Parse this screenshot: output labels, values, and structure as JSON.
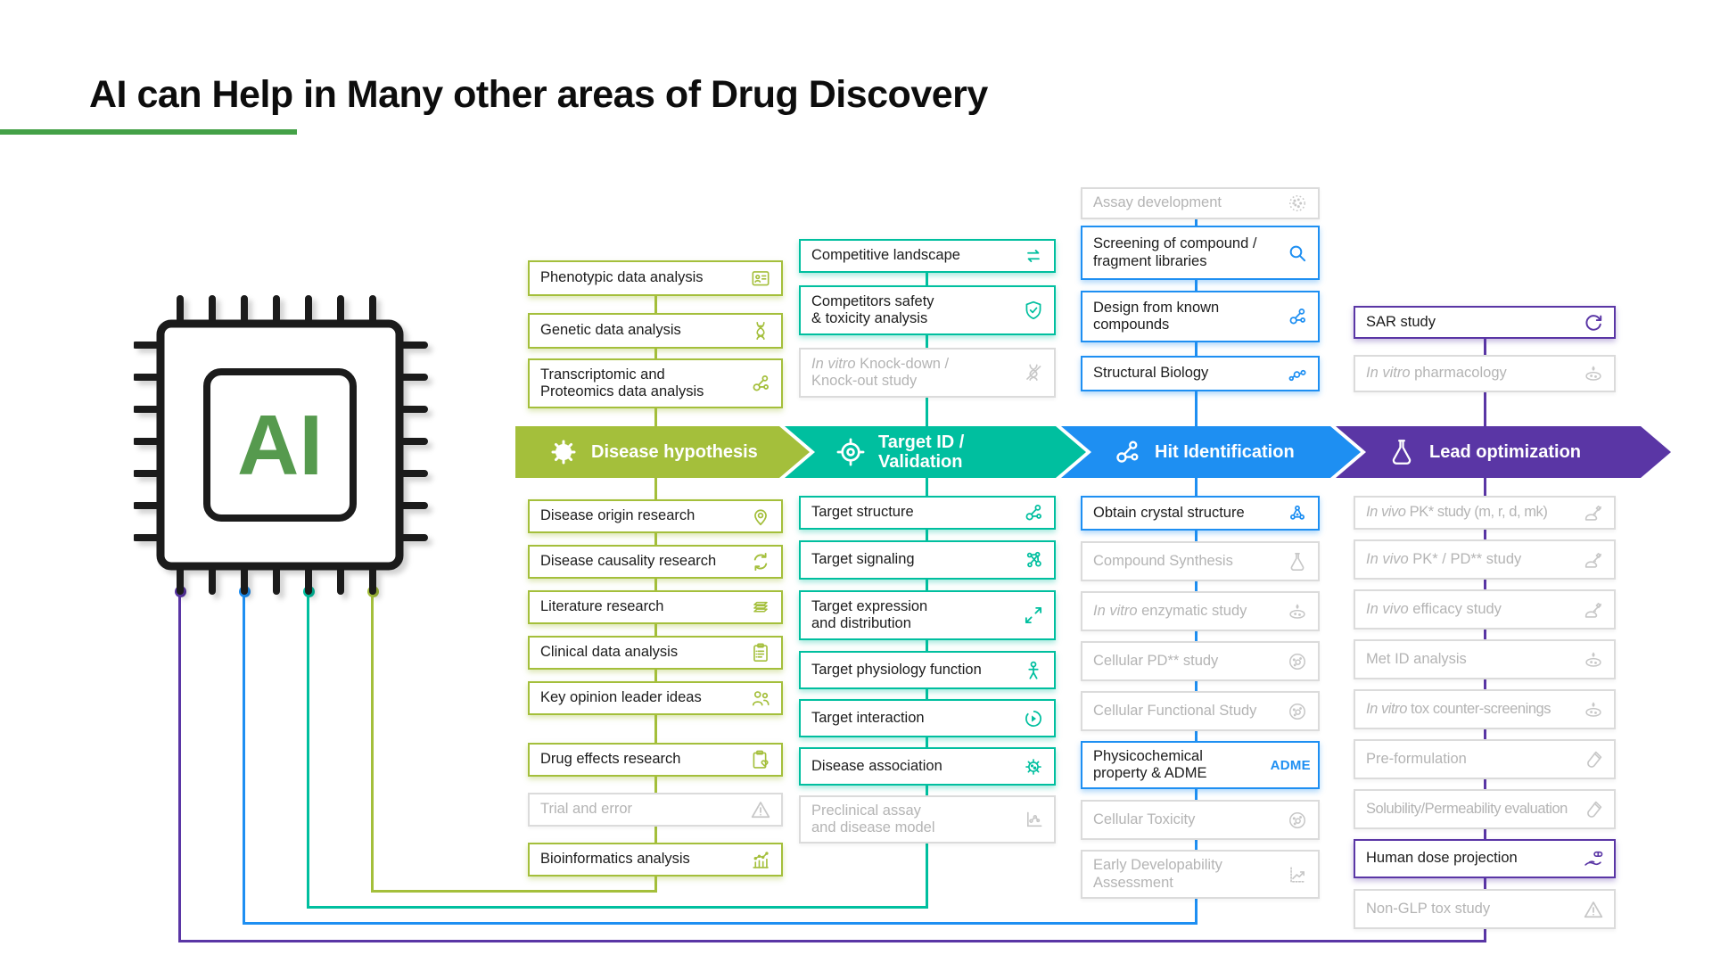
{
  "title": {
    "text": "AI can Help in Many other areas of Drug Discovery"
  },
  "chip": {
    "label": "AI"
  },
  "colors": {
    "stage_disease_hypothesis": "#a4bf3b",
    "stage_target_id_validation": "#00bf9f",
    "stage_hit_identification": "#1e8ff2",
    "stage_lead_optimization": "#5a36a5",
    "title_underline": "#44a147",
    "ai_chip_text": "#569a4e",
    "inactive_gray": "#b4b4b4",
    "adme_badge": "#1e8ff2"
  },
  "columns": [
    {
      "arrow": {
        "label": "Disease hypothesis",
        "icon": "virus-icon"
      },
      "top": [
        {
          "label": "Phenotypic data analysis",
          "icon": "id-card-icon"
        },
        {
          "label": "Genetic data analysis",
          "icon": "dna-icon"
        },
        {
          "label": "Transcriptomic and\nProteomics data analysis",
          "icon": "molecule-icon"
        }
      ],
      "bottom": [
        {
          "label": "Disease origin research",
          "icon": "location-pin-icon"
        },
        {
          "label": "Disease causality research",
          "icon": "sync-icon"
        },
        {
          "label": "Literature research",
          "icon": "books-icon"
        },
        {
          "label": "Clinical data analysis",
          "icon": "clipboard-list-icon"
        },
        {
          "label": "Key opinion leader ideas",
          "icon": "people-icon"
        },
        {
          "label": "Drug effects research",
          "icon": "clipboard-heart-icon"
        },
        {
          "label": "Trial and error",
          "icon": "warning-icon"
        },
        {
          "label": "Bioinformatics analysis",
          "icon": "bar-chart-icon"
        }
      ]
    },
    {
      "arrow": {
        "label": "Target ID /\nValidation",
        "icon": "crosshair-icon"
      },
      "top": [
        {
          "label": "Competitive landscape",
          "icon": "swap-arrows-icon"
        },
        {
          "label": "Competitors safety\n& toxicity analysis",
          "icon": "shield-check-icon"
        },
        {
          "label_italic": "In vitro",
          "label_rest": " Knock-down /\nKnock-out study",
          "icon": "dna-scissors-icon"
        }
      ],
      "bottom": [
        {
          "label": "Target structure",
          "icon": "molecule-icon"
        },
        {
          "label": "Target signaling",
          "icon": "network-icon"
        },
        {
          "label": "Target expression\nand distribution",
          "icon": "expand-arrows-icon"
        },
        {
          "label": "Target physiology function",
          "icon": "person-icon"
        },
        {
          "label": "Target interaction",
          "icon": "interaction-icon"
        },
        {
          "label": "Disease association",
          "icon": "virus-icon"
        },
        {
          "label": "Preclinical assay\nand disease model",
          "icon": "scatter-plot-icon"
        }
      ]
    },
    {
      "arrow": {
        "label": "Hit Identification",
        "icon": "molecule-icon"
      },
      "top": [
        {
          "label": "Assay development",
          "icon": "colony-icon"
        },
        {
          "label": "Screening of compound /\nfragment libraries",
          "icon": "magnifier-icon"
        },
        {
          "label": "Design from known\ncompounds",
          "icon": "molecule-icon"
        },
        {
          "label": "Structural Biology",
          "icon": "molecules-icon"
        }
      ],
      "bottom": [
        {
          "label": "Obtain crystal structure",
          "icon": "crystal-structure-icon"
        },
        {
          "label": "Compound Synthesis",
          "icon": "flask-icon"
        },
        {
          "label_italic": "In vitro",
          "label_rest": " enzymatic study",
          "icon": "petri-dish-icon"
        },
        {
          "label": "Cellular PD** study",
          "icon": "cell-icon"
        },
        {
          "label": "Cellular Functional Study",
          "icon": "cell-icon"
        },
        {
          "label": "Physicochemical\nproperty & ADME",
          "icon_label": "ADME"
        },
        {
          "label": "Cellular Toxicity",
          "icon": "cell-icon"
        },
        {
          "label": "Early Developability\nAssessment",
          "icon": "chart-up-icon"
        }
      ]
    },
    {
      "arrow": {
        "label": "Lead optimization",
        "icon": "flask-icon"
      },
      "top": [
        {
          "label": "SAR study",
          "icon": "cycle-icon"
        },
        {
          "label_italic": "In vitro",
          "label_rest": " pharmacology",
          "icon": "petri-dish-icon"
        }
      ],
      "bottom": [
        {
          "label_italic": "In vivo",
          "label_rest": " PK* study (m, r, d, mk)",
          "icon": "mouse-syringe-icon"
        },
        {
          "label_italic": "In vivo",
          "label_rest": " PK* / PD** study",
          "icon": "mouse-syringe-icon"
        },
        {
          "label_italic": "In vivo",
          "label_rest": " efficacy study",
          "icon": "mouse-syringe-icon"
        },
        {
          "label": "Met ID analysis",
          "icon": "petri-dish-icon"
        },
        {
          "label_italic": "In vitro",
          "label_rest": " tox counter-screenings",
          "icon": "petri-dish-icon"
        },
        {
          "label": "Pre-formulation",
          "icon": "test-tube-icon"
        },
        {
          "label": "Solubility/Permeability evaluation",
          "icon": "test-tube-icon"
        },
        {
          "label": "Human dose projection",
          "icon": "pill-hand-icon"
        },
        {
          "label": "Non-GLP tox study",
          "icon": "warning-icon"
        }
      ]
    }
  ]
}
